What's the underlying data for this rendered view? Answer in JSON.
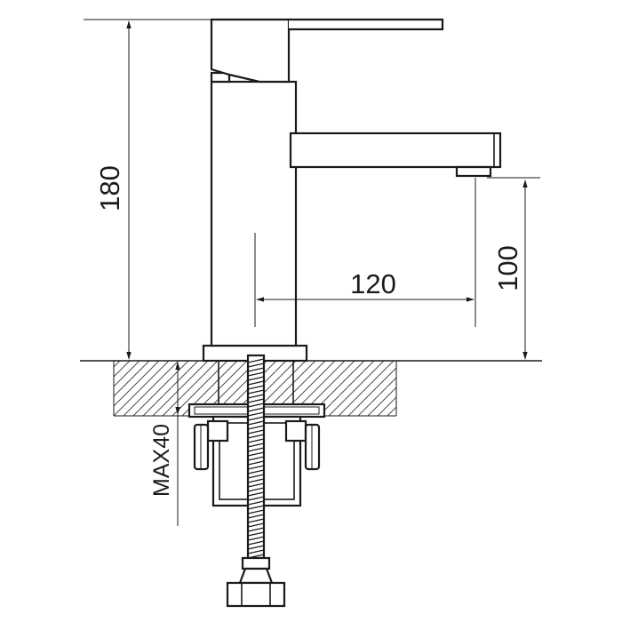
{
  "dimensions": {
    "total_height": "180",
    "spout_height": "100",
    "spout_reach": "120",
    "max_counter_thickness": "MAX40"
  },
  "colors": {
    "line": "#1a1a1a",
    "background": "#ffffff"
  }
}
